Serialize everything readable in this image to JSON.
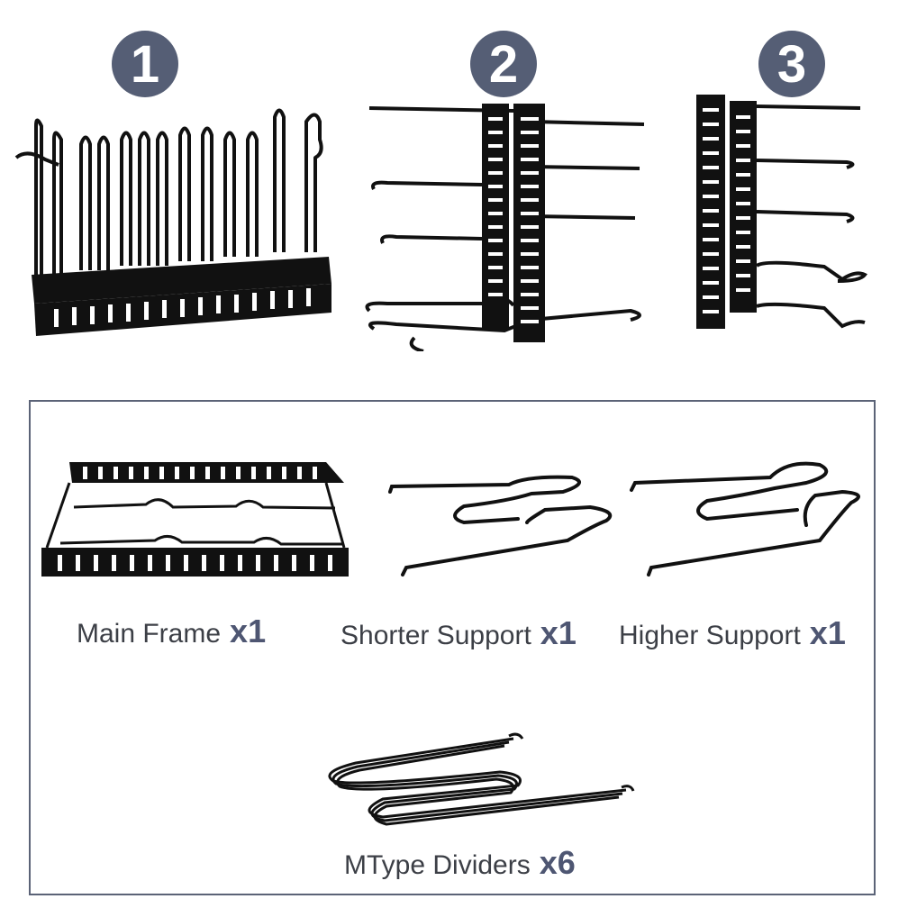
{
  "steps": [
    {
      "number": "1"
    },
    {
      "number": "2"
    },
    {
      "number": "3"
    }
  ],
  "parts": [
    {
      "label": "Main Frame",
      "quantity": "x1"
    },
    {
      "label": "Shorter Support",
      "quantity": "x1"
    },
    {
      "label": "Higher Support",
      "quantity": "x1"
    },
    {
      "label": "MType Dividers",
      "quantity": "x6"
    }
  ],
  "colors": {
    "badge": "#555e75",
    "quantity_text": "#4e5672",
    "border": "#5b6377",
    "metal": "#111111"
  }
}
